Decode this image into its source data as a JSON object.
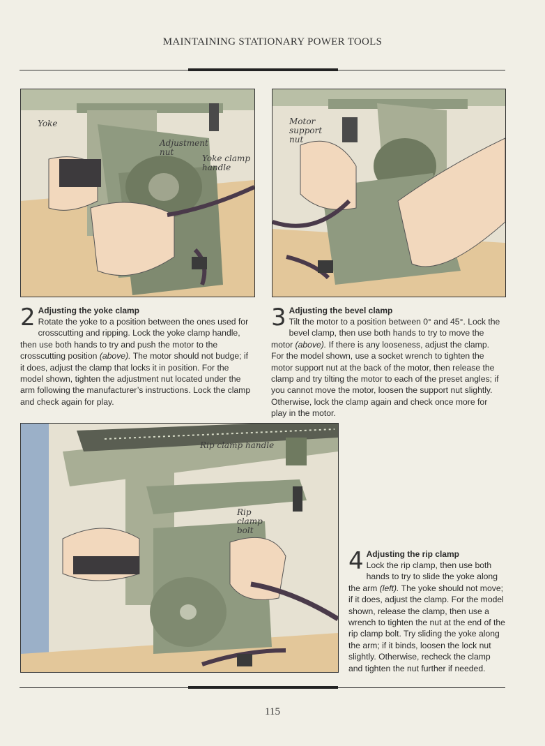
{
  "header": {
    "running_title": "MAINTAINING STATIONARY POWER TOOLS"
  },
  "figures": {
    "fig1": {
      "labels": [
        "Yoke",
        "Adjustment nut",
        "Yoke clamp handle"
      ]
    },
    "fig2": {
      "labels": [
        "Motor support nut"
      ]
    },
    "fig3": {
      "labels": [
        "Rip clamp handle",
        "Rip clamp bolt"
      ]
    }
  },
  "steps": [
    {
      "number": "2",
      "title": "Adjusting the yoke clamp",
      "parts": [
        "Rotate the yoke to a position between the ones used for crosscutting and ripping. Lock the yoke clamp handle, then use both hands to try and push the motor to the crosscutting position ",
        "(above).",
        " The motor should not budge; if it does, adjust the clamp that locks it in position. For the model shown, tighten the adjustment nut located under the arm following the manufacturer’s instructions. Lock the clamp and check again for play."
      ]
    },
    {
      "number": "3",
      "title": "Adjusting the bevel clamp",
      "parts": [
        "Tilt the motor to a position between 0° and 45°. Lock the bevel clamp, then use both hands to try to move the motor ",
        "(above).",
        " If there is any looseness, adjust the clamp. For the model shown, use a socket wrench to tighten the motor support nut at the back of the motor, then release the clamp and try tilting the motor to each of the preset angles; if you cannot move the motor, loosen the support nut slightly. Otherwise, lock the clamp again and check once more for play in the motor."
      ]
    },
    {
      "number": "4",
      "title": "Adjusting the rip clamp",
      "parts": [
        "Lock the rip clamp, then use both hands to try to slide the yoke along the arm ",
        "(left).",
        " The yoke should not move; if it does, adjust the clamp. For the model shown, release the clamp, then use a wrench to tighten the nut at the end of the rip clamp bolt. Try sliding the yoke along the arm; if it binds, loosen the lock nut slightly. Otherwise, recheck the clamp and tighten the nut further if needed."
      ]
    }
  ],
  "footer": {
    "page_number": "115"
  }
}
